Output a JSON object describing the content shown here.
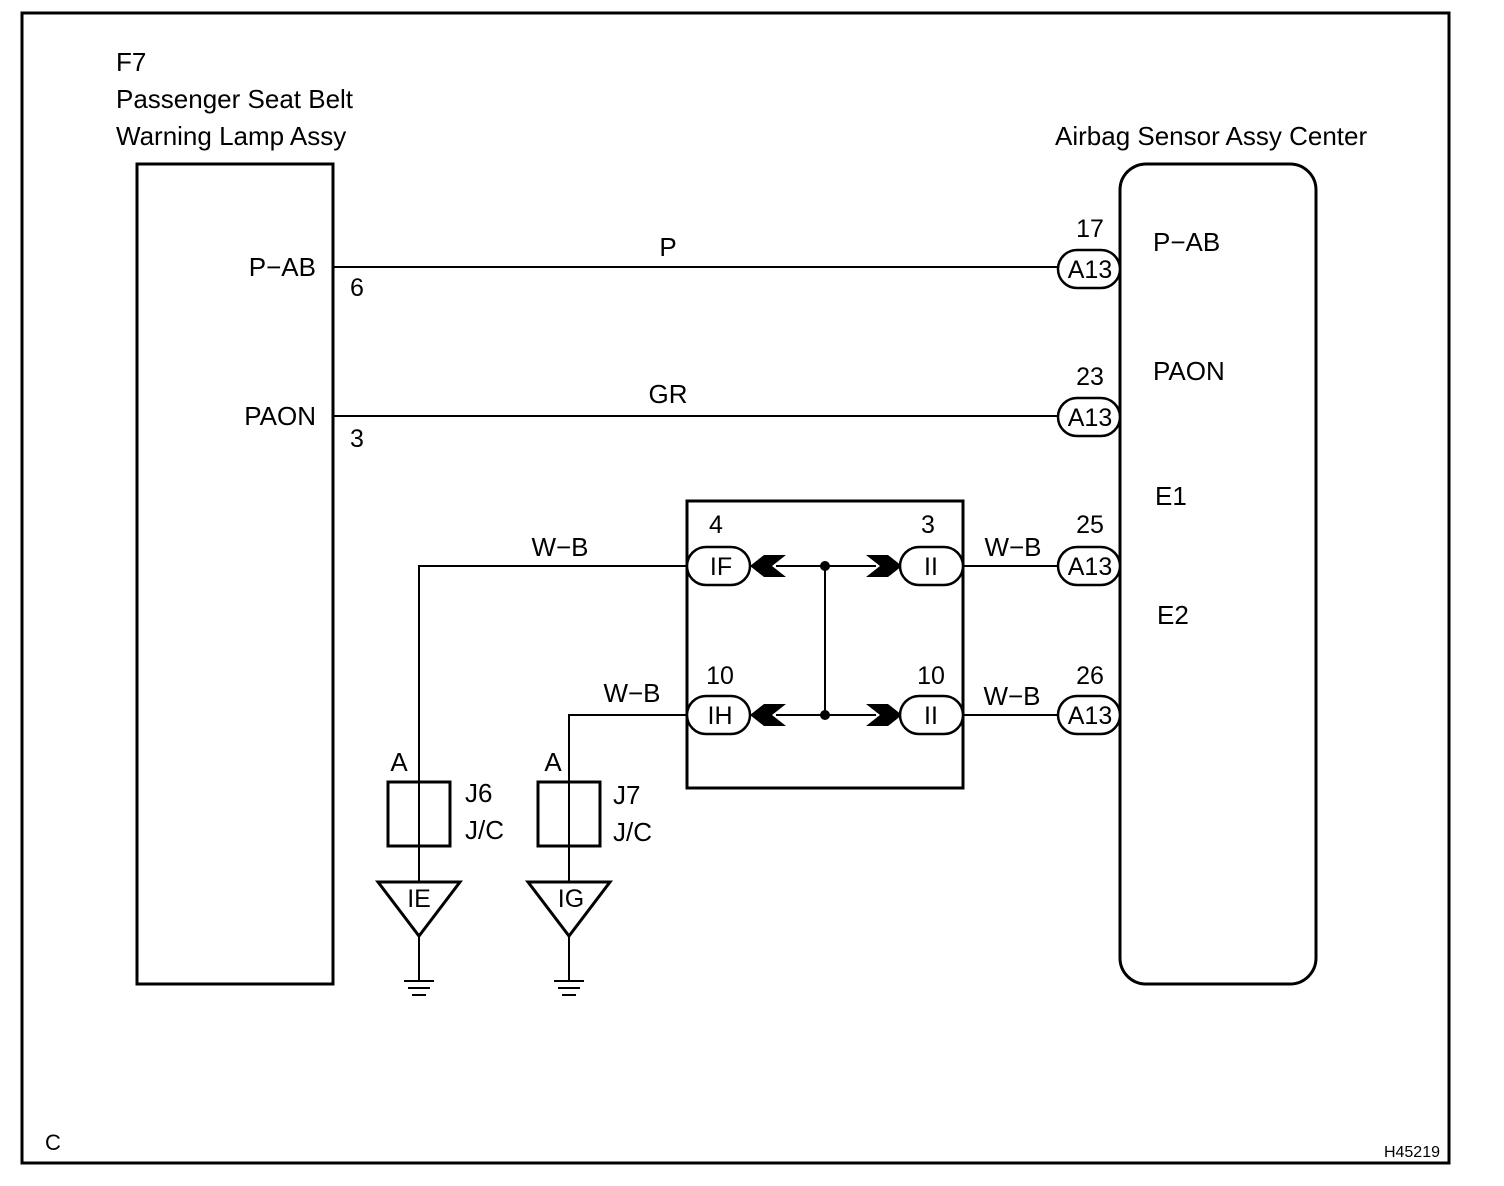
{
  "left_component": {
    "code": "F7",
    "name_line1": "Passenger Seat Belt",
    "name_line2": "Warning Lamp Assy",
    "terminals": [
      {
        "name": "P−AB",
        "pin": "6"
      },
      {
        "name": "PAON",
        "pin": "3"
      }
    ]
  },
  "right_component": {
    "name": "Airbag Sensor Assy Center",
    "terminals": [
      "P−AB",
      "PAON",
      "E1",
      "E2"
    ]
  },
  "wires": [
    {
      "color": "P"
    },
    {
      "color": "GR"
    },
    {
      "color": "W−B"
    },
    {
      "color": "W−B"
    },
    {
      "color": "W−B"
    },
    {
      "color": "W−B"
    }
  ],
  "connectors": [
    {
      "code": "A13",
      "pin": "17"
    },
    {
      "code": "A13",
      "pin": "23"
    },
    {
      "code": "A13",
      "pin": "25"
    },
    {
      "code": "A13",
      "pin": "26"
    }
  ],
  "junction": {
    "left": [
      {
        "code": "IF",
        "pin": "4"
      },
      {
        "code": "IH",
        "pin": "10"
      }
    ],
    "right": [
      {
        "code": "II",
        "pin": "3"
      },
      {
        "code": "II",
        "pin": "10"
      }
    ]
  },
  "junction_blocks": [
    {
      "terminal": "A",
      "code": "J6",
      "type": "J/C",
      "ground": "IE"
    },
    {
      "terminal": "A",
      "code": "J7",
      "type": "J/C",
      "ground": "IG"
    }
  ],
  "footer": {
    "left_code": "C",
    "figure_id": "H45219"
  }
}
